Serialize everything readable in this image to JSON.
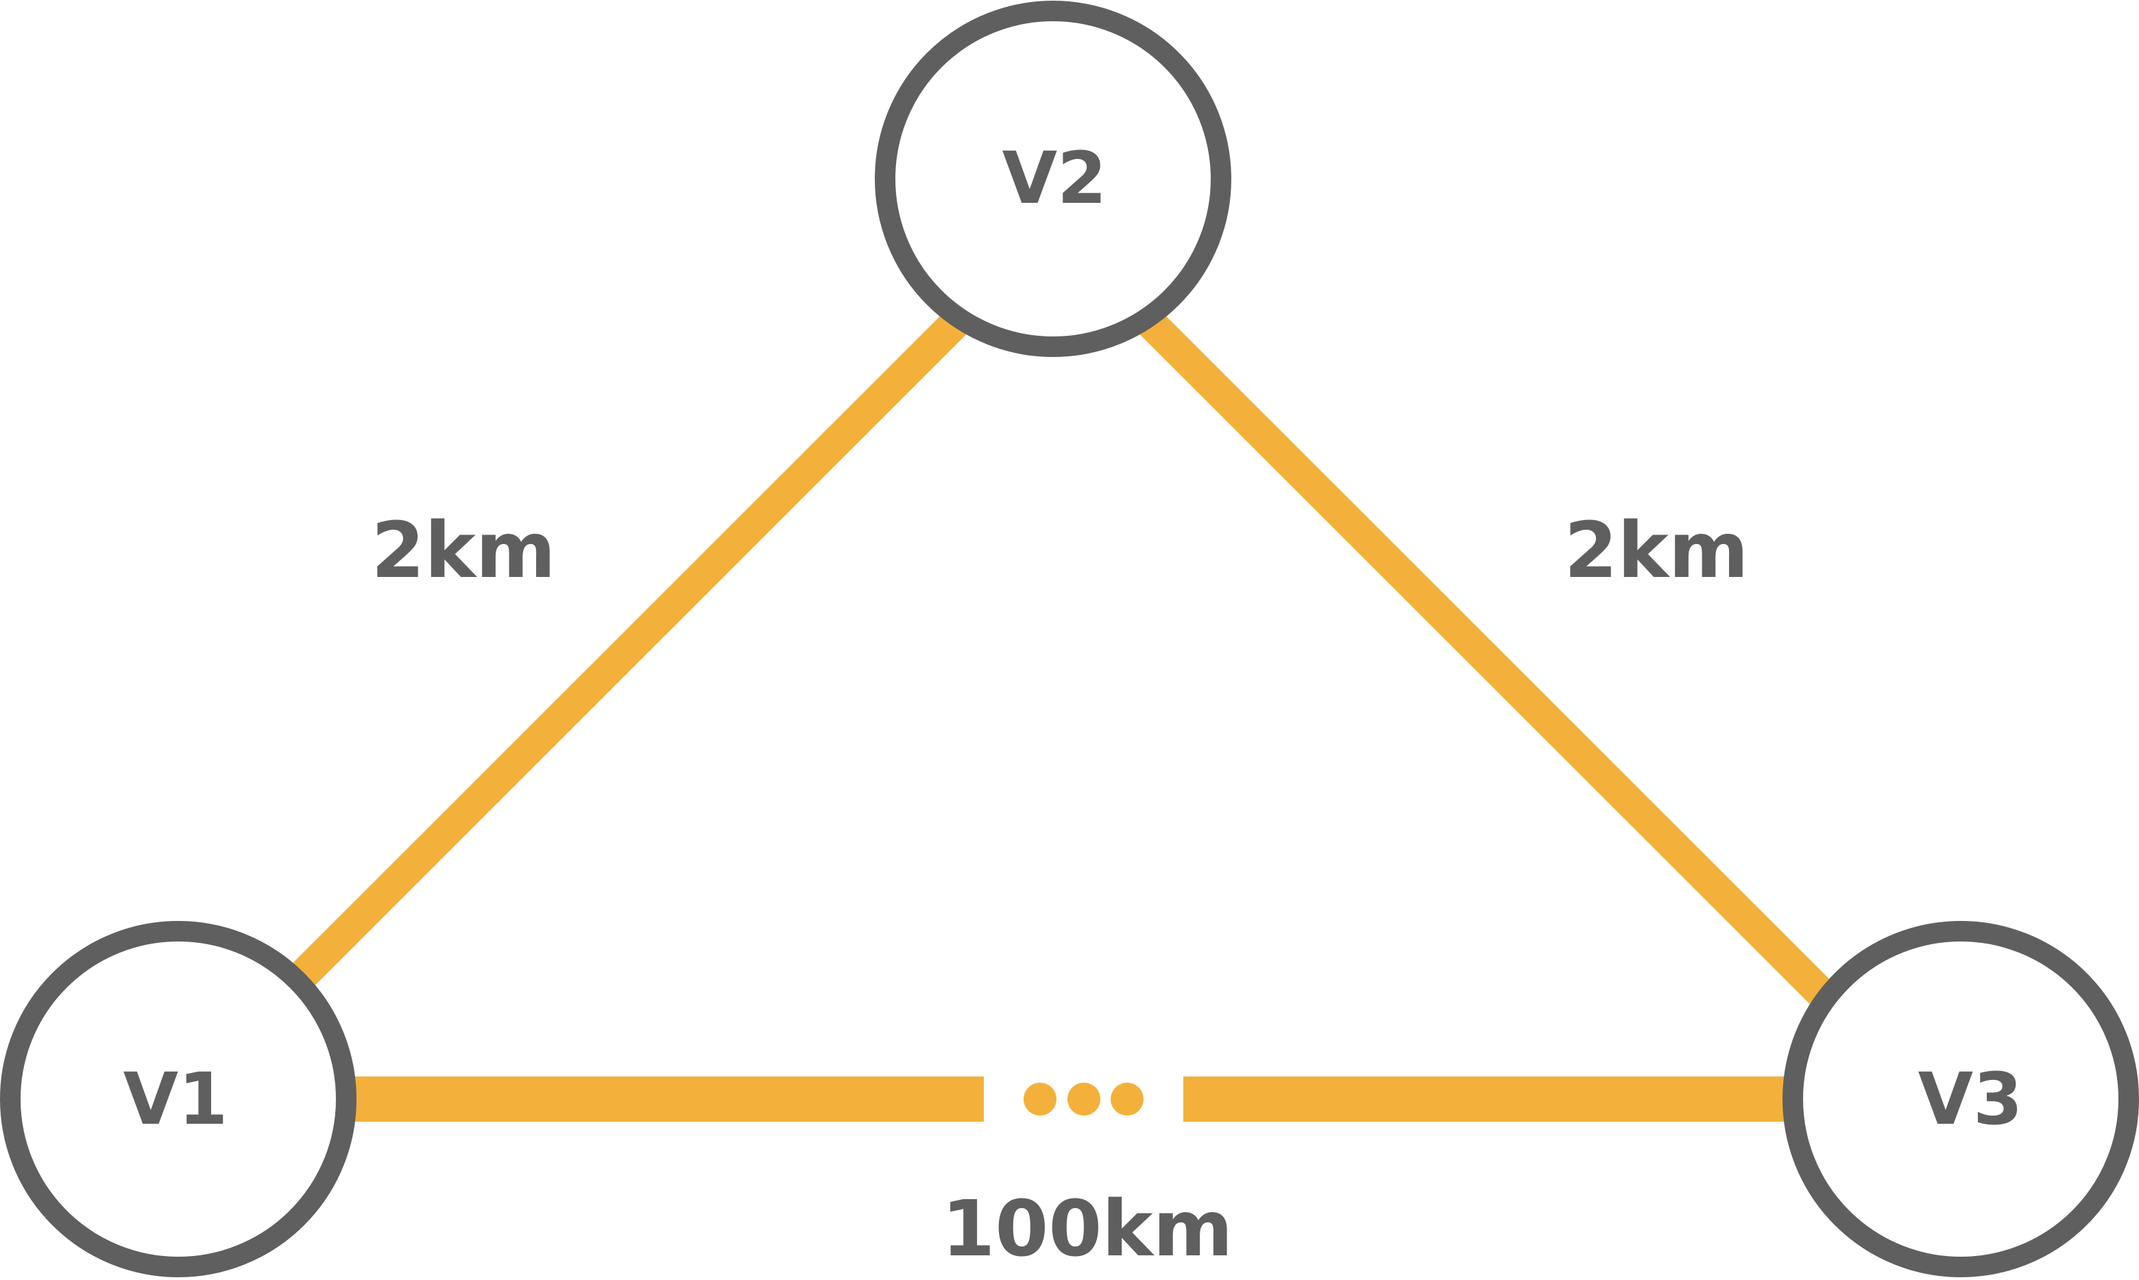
{
  "colors": {
    "edge": "#f3b13b",
    "node_stroke": "#5f5f5f",
    "node_fill": "#ffffff",
    "text": "#5f5f5f",
    "background": "#ffffff"
  },
  "nodes": [
    {
      "id": "v1",
      "label": "V1"
    },
    {
      "id": "v2",
      "label": "V2"
    },
    {
      "id": "v3",
      "label": "V3"
    }
  ],
  "edges": [
    {
      "id": "v1-v2",
      "from": "v1",
      "to": "v2",
      "label": "2km",
      "style": "solid"
    },
    {
      "id": "v2-v3",
      "from": "v2",
      "to": "v3",
      "label": "2km",
      "style": "solid"
    },
    {
      "id": "v1-v3",
      "from": "v1",
      "to": "v3",
      "label": "100km",
      "style": "broken-with-ellipsis"
    }
  ]
}
